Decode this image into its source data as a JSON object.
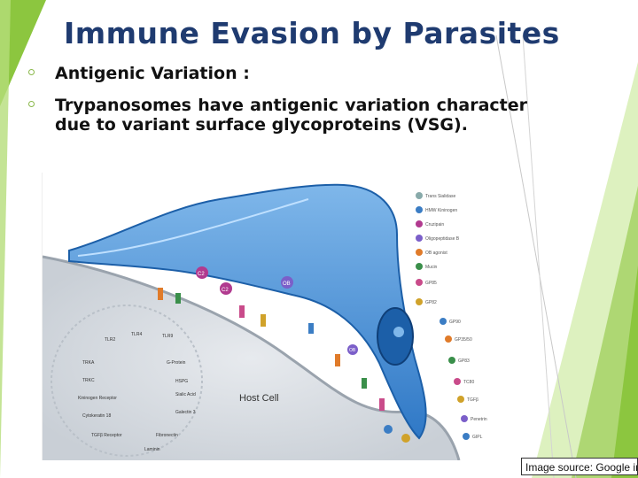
{
  "slide": {
    "title": "Immune Evasion by Parasites",
    "bullets": [
      "Antigenic Variation :",
      "Trypanosomes have antigenic variation character due to variant surface glycoproteins (VSG)."
    ],
    "image_source": "Image source: Google im"
  },
  "figure": {
    "host_cell_label": "Host Cell",
    "receptor_labels": [
      "TLR2",
      "TLR4",
      "TLR9",
      "TRKA",
      "G-Protein",
      "TRKC",
      "HSPG",
      "Kininogen Receptor",
      "Sialic Acid",
      "Cytokeratin 18",
      "Galectin 3",
      "TGFβ Receptor",
      "Fibronectin",
      "Laminin"
    ],
    "legend": [
      "Trans Sialidase",
      "HMW Kininogen",
      "Cruzipain",
      "Oligopeptidase B",
      "OB agonist",
      "Mucin",
      "GP85",
      "GP82",
      "GP90",
      "GP35/50",
      "GP83",
      "TC80",
      "TGFβ",
      "Penetrin",
      "GIPL"
    ],
    "membrane_tags": [
      "C2",
      "C2",
      "OB",
      "OB"
    ],
    "colors": {
      "accent_green": "#8cc63f",
      "title": "#1f3b70",
      "parasite": "#4a90d9",
      "parasite_dark": "#1c5fa8",
      "host_cell": "#d8dde3"
    }
  }
}
